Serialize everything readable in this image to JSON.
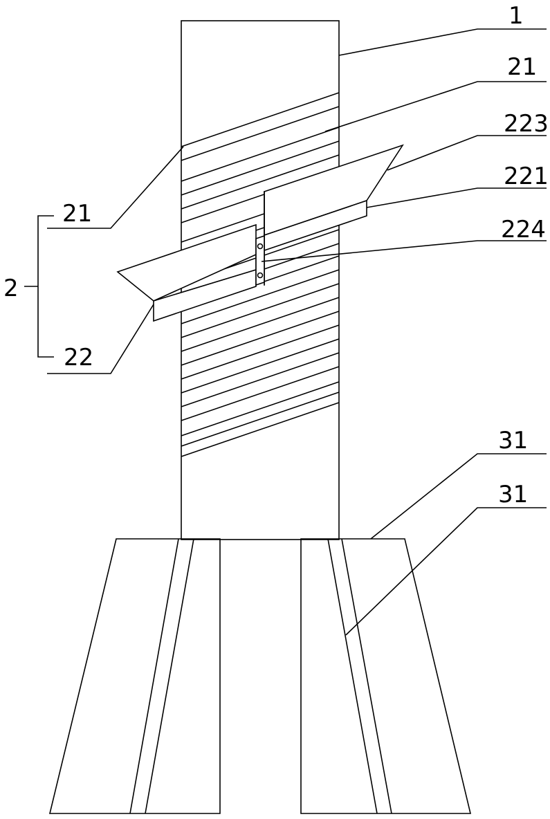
{
  "labels": {
    "l1": "1",
    "l21_right": "21",
    "l223": "223",
    "l221": "221",
    "l224": "224",
    "l2": "2",
    "l21_left": "21",
    "l22": "22",
    "l31_a": "31",
    "l31_b": "31"
  }
}
